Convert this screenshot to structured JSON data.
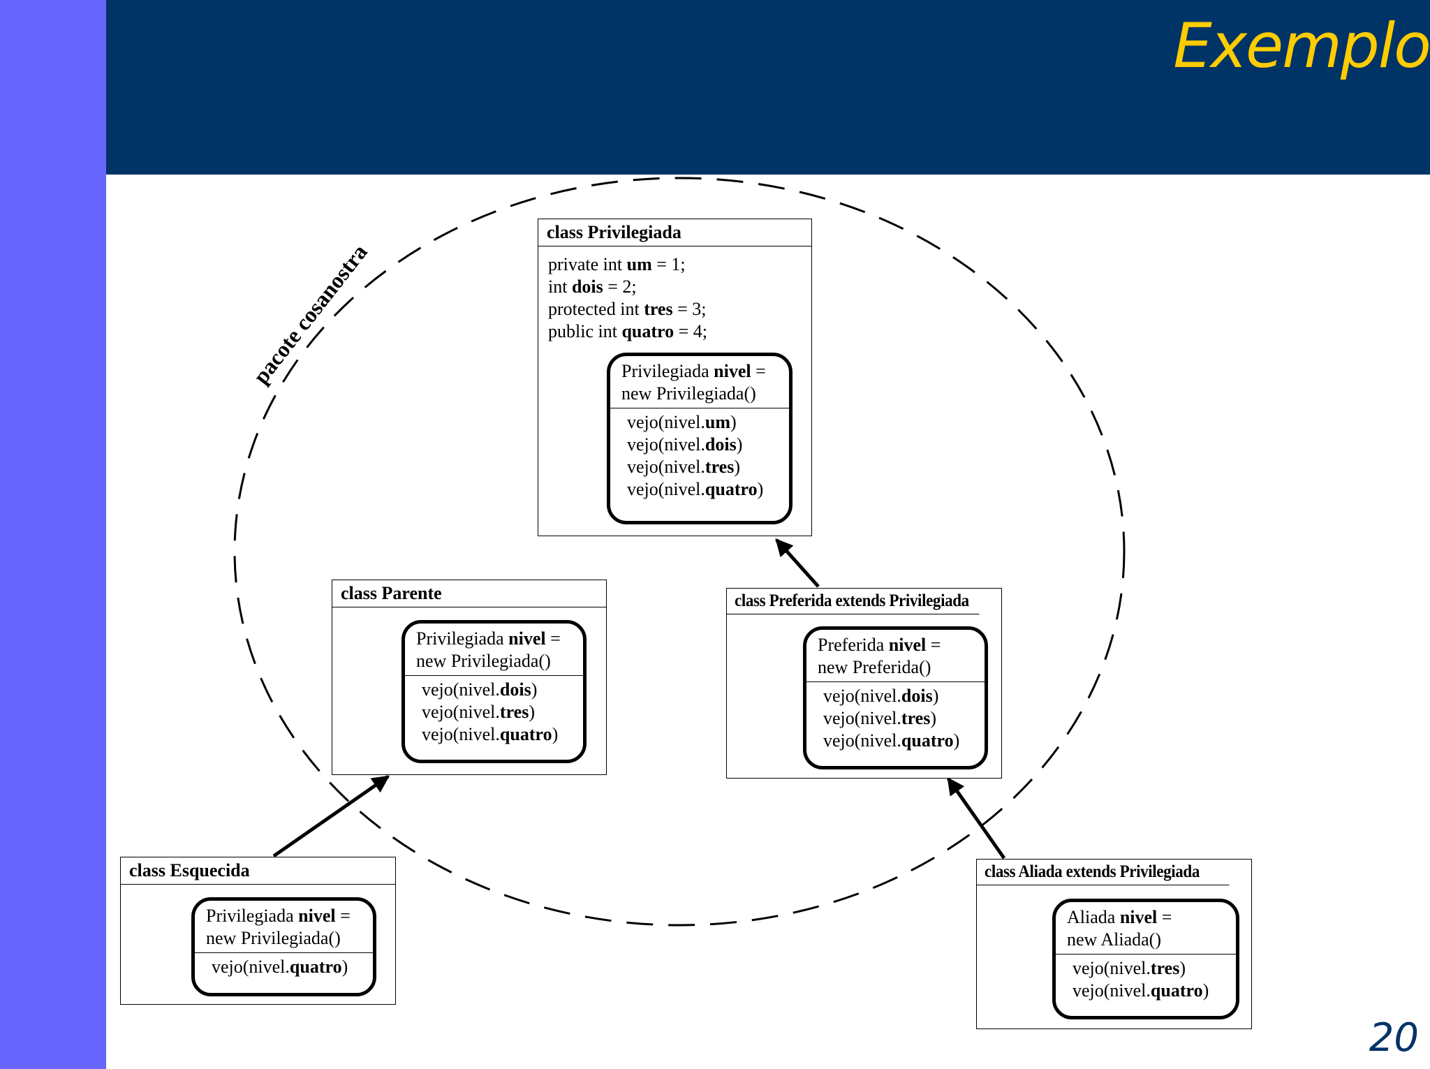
{
  "slide": {
    "title": "Exemplo",
    "page_number": "20"
  },
  "package_label": "pacote cosanostra",
  "classes": {
    "privilegiada": {
      "header": "class Privilegiada",
      "fields": [
        {
          "pre": "private int ",
          "name": "um",
          "post": " = 1;"
        },
        {
          "pre": "int ",
          "name": "dois",
          "post": " = 2;"
        },
        {
          "pre": "protected int ",
          "name": "tres",
          "post": " = 3;"
        },
        {
          "pre": "public int ",
          "name": "quatro",
          "post": " = 4;"
        }
      ],
      "object": {
        "decl_type": "Privilegiada ",
        "decl_var": "nivel",
        "decl_eq": " =",
        "decl_new": "new Privilegiada()",
        "uses": [
          {
            "pre": "vejo(nivel.",
            "member": "um",
            "post": ")"
          },
          {
            "pre": "vejo(nivel.",
            "member": "dois",
            "post": ")"
          },
          {
            "pre": "vejo(nivel.",
            "member": "tres",
            "post": ")"
          },
          {
            "pre": "vejo(nivel.",
            "member": "quatro",
            "post": ")"
          }
        ]
      }
    },
    "parente": {
      "header": "class Parente",
      "object": {
        "decl_type": "Privilegiada ",
        "decl_var": "nivel",
        "decl_eq": " =",
        "decl_new": "new Privilegiada()",
        "uses": [
          {
            "pre": "vejo(nivel.",
            "member": "dois",
            "post": ")"
          },
          {
            "pre": "vejo(nivel.",
            "member": "tres",
            "post": ")"
          },
          {
            "pre": "vejo(nivel.",
            "member": "quatro",
            "post": ")"
          }
        ]
      }
    },
    "preferida": {
      "header": "class Preferida extends Privilegiada",
      "object": {
        "decl_type": "Preferida ",
        "decl_var": "nivel",
        "decl_eq": " =",
        "decl_new": "new Preferida()",
        "uses": [
          {
            "pre": "vejo(nivel.",
            "member": "dois",
            "post": ")"
          },
          {
            "pre": "vejo(nivel.",
            "member": "tres",
            "post": ")"
          },
          {
            "pre": "vejo(nivel.",
            "member": "quatro",
            "post": ")"
          }
        ]
      }
    },
    "esquecida": {
      "header": "class Esquecida",
      "object": {
        "decl_type": "Privilegiada ",
        "decl_var": "nivel",
        "decl_eq": " =",
        "decl_new": "new Privilegiada()",
        "uses": [
          {
            "pre": "vejo(nivel.",
            "member": "quatro",
            "post": ")"
          }
        ]
      }
    },
    "aliada": {
      "header": "class Aliada extends Privilegiada",
      "object": {
        "decl_type": "Aliada ",
        "decl_var": "nivel",
        "decl_eq": " =",
        "decl_new": "new Aliada()",
        "uses": [
          {
            "pre": "vejo(nivel.",
            "member": "tres",
            "post": ")"
          },
          {
            "pre": "vejo(nivel.",
            "member": "quatro",
            "post": ")"
          }
        ]
      }
    }
  },
  "colors": {
    "header_bg": "#003366",
    "left_band": "#6666ff",
    "title": "#ffcc00"
  }
}
